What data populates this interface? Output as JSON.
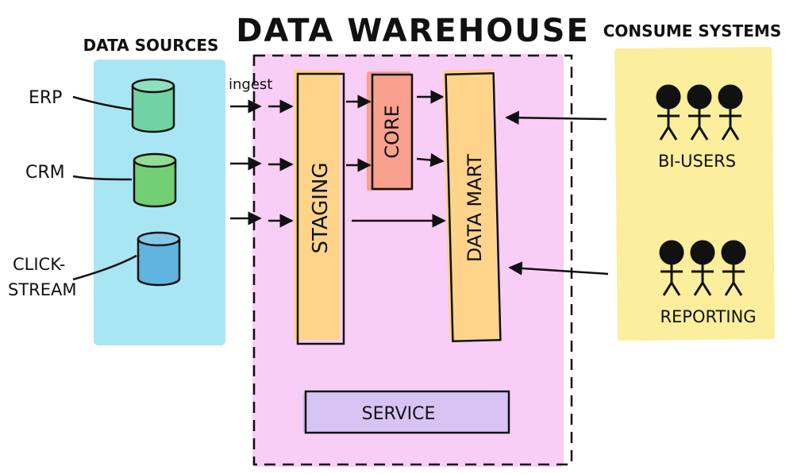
{
  "title": "DATA WAREHOUSE",
  "sources": {
    "heading": "DATA SOURCES",
    "items": [
      {
        "label": "ERP",
        "color": "#6fd3a4"
      },
      {
        "label": "CRM",
        "color": "#72cf74"
      },
      {
        "label_line1": "CLICK-",
        "label_line2": "STREAM",
        "color": "#5fb4e0"
      }
    ]
  },
  "ingest_label": "ingest",
  "warehouse": {
    "staging": "STAGING",
    "core": "CORE",
    "data_mart": "DATA MART",
    "service": "SERVICE"
  },
  "consumers": {
    "heading": "CONSUME SYSTEMS",
    "groups": [
      {
        "label": "BI-USERS"
      },
      {
        "label": "REPORTING"
      }
    ]
  },
  "colors": {
    "sources_bg": "#a8e6f3",
    "warehouse_bg": "#f8cdf6",
    "consumers_bg": "#fbee9c",
    "staging": "#fdd48a",
    "core": "#f9a08f",
    "data_mart": "#fdd48a",
    "service": "#d8c3f5",
    "ink": "#111111"
  }
}
